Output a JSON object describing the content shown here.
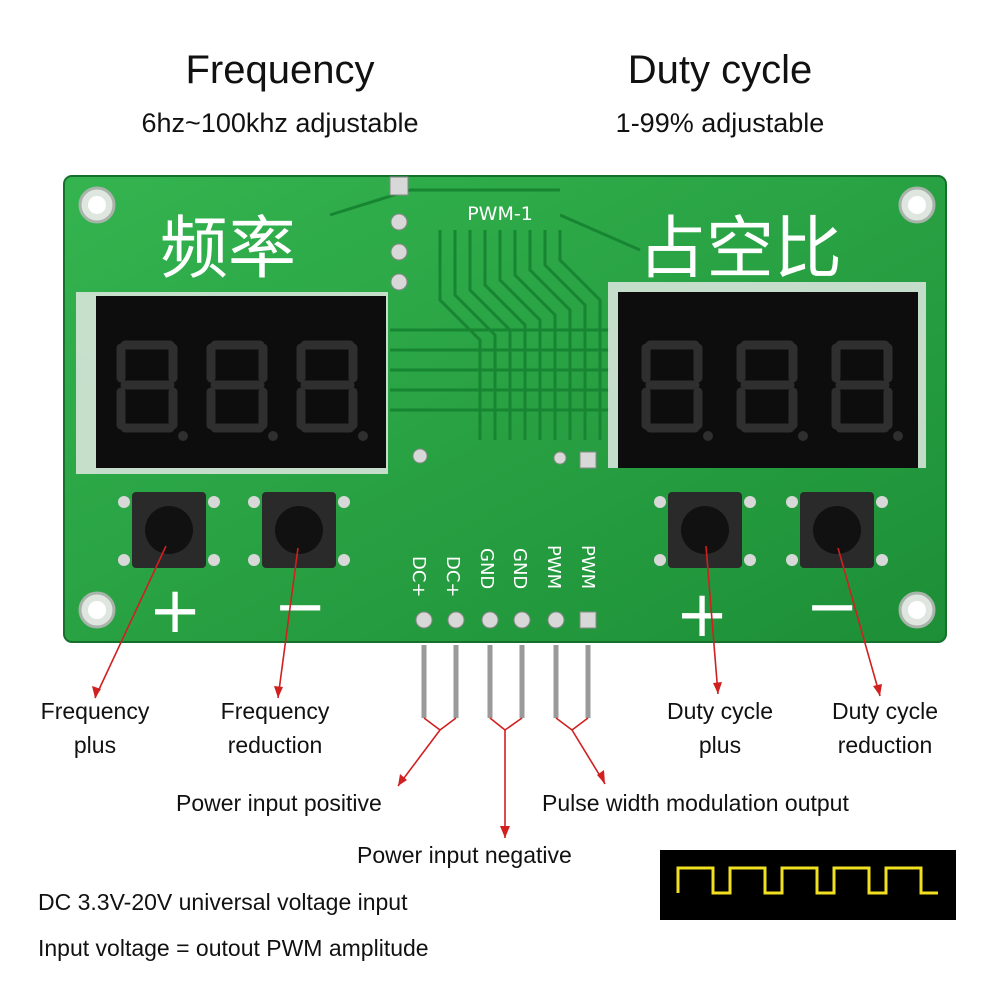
{
  "header": {
    "frequency_title": "Frequency",
    "frequency_range": "6hz~100khz adjustable",
    "duty_title": "Duty cycle",
    "duty_range": "1-99% adjustable"
  },
  "board": {
    "model": "PWM-1",
    "freq_label_cn": "频率",
    "duty_label_cn": "占空比",
    "plus_symbol": "+",
    "minus_symbol": "−",
    "pins": [
      "DC+",
      "DC+",
      "GND",
      "GND",
      "PWM",
      "PWM"
    ],
    "display_color": "#c8c8c8",
    "pcb_color": "#1f9a3c"
  },
  "callouts": {
    "freq_plus": [
      "Frequency",
      "plus"
    ],
    "freq_reduction": [
      "Frequency",
      "reduction"
    ],
    "duty_plus": [
      "Duty cycle",
      "plus"
    ],
    "duty_reduction": [
      "Duty cycle",
      "reduction"
    ],
    "power_positive": "Power input positive",
    "power_negative": "Power input negative",
    "pwm_output": "Pulse width modulation output"
  },
  "notes": {
    "voltage_range": "DC 3.3V-20V universal voltage input",
    "amplitude": "Input voltage = outout PWM amplitude"
  },
  "colors": {
    "arrow": "#d02020",
    "waveform": "#f0e020",
    "scope_bg": "#000000"
  }
}
